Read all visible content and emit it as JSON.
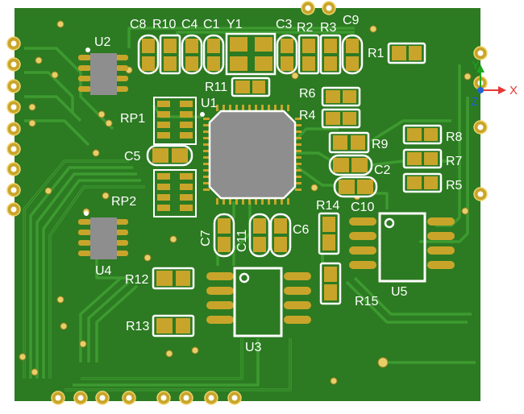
{
  "colors": {
    "board": "#2c7a22",
    "board_dark": "#25681d",
    "trace": "#3d9a30",
    "trace_edge": "#236019",
    "pad_gold": "#c8a52a",
    "pad_light": "#f1d36a",
    "silkscreen": "#ffffff",
    "ic_body": "#8e8e8e",
    "axis_x": "#e53935",
    "axis_y": "#1ea51e",
    "axis_z": "#1f63d6"
  },
  "axes": {
    "x": "X",
    "y": "Y",
    "z": "Z"
  },
  "labels": {
    "C8": "C8",
    "R10": "R10",
    "C4": "C4",
    "C1": "C1",
    "Y1": "Y1",
    "C3": "C3",
    "R2": "R2",
    "R3": "R3",
    "C9": "C9",
    "U2": "U2",
    "R1": "R1",
    "R11": "R11",
    "U1": "U1",
    "R6": "R6",
    "R4": "R4",
    "RP1": "RP1",
    "R8": "R8",
    "R9": "R9",
    "R7": "R7",
    "C5": "C5",
    "C2": "C2",
    "R5": "R5",
    "RP2": "RP2",
    "C10": "C10",
    "R14": "R14",
    "C6": "C6",
    "C7": "C7",
    "C11": "C11",
    "U4": "U4",
    "U5": "U5",
    "R12": "R12",
    "R15": "R15",
    "R13": "R13",
    "U3": "U3"
  }
}
